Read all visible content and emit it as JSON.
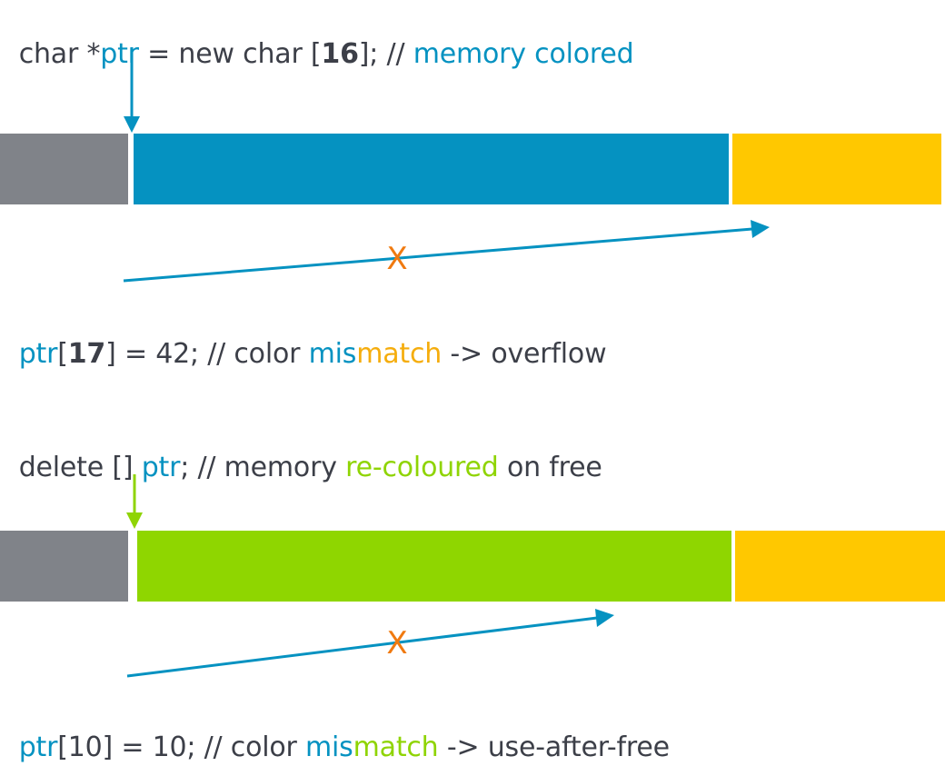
{
  "colors": {
    "text": "#3c3f48",
    "blue": "#0592c1",
    "yellow": "#f5ad0d",
    "green": "#8fd404",
    "gray": "#808389",
    "mem_yellow": "#ffc800",
    "green_block": "#8fd600",
    "orange_x": "#f07a10"
  },
  "top": {
    "code_line": {
      "p1": "char *",
      "ptr": "ptr",
      "p2": " = new char [",
      "size": "16",
      "p3": "];",
      "comment_slashes": " // ",
      "comment": "memory colored"
    },
    "access_line": {
      "ptr": "ptr",
      "lb": "[",
      "index": "17",
      "p2": "] = 42; // color ",
      "mis": "mis",
      "match": "match",
      "p3": " -> overflow"
    },
    "x_mark": "X"
  },
  "bottom": {
    "code_line": {
      "p1": "delete [] ",
      "ptr": "ptr",
      "p2": "; // memory ",
      "recoloured": "re-coloured",
      "p3": " on free"
    },
    "access_line": {
      "ptr": "ptr",
      "p2": "[10] = 10; // color ",
      "mis": "mis",
      "match": "match",
      "p3": " -> use-after-free"
    },
    "x_mark": "X"
  }
}
